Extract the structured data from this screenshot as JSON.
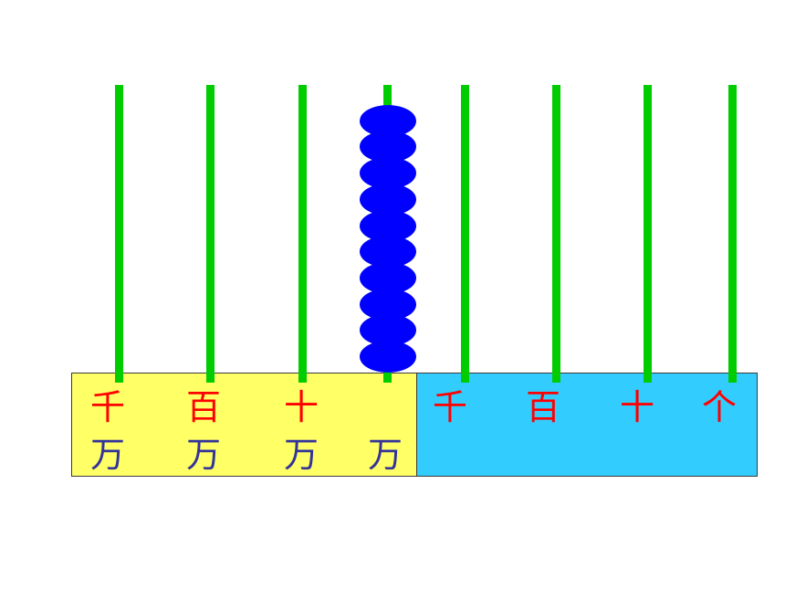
{
  "colors": {
    "background": "#ffffff",
    "left_panel": "#ffff66",
    "right_panel": "#33ccff",
    "rod": "#00cc00",
    "bead": "#0000ff",
    "upper_label": "#ff0000",
    "lower_label": "#333399"
  },
  "rods": [
    {
      "upper": "千",
      "lower": "万",
      "beads": 0
    },
    {
      "upper": "百",
      "lower": "万",
      "beads": 0
    },
    {
      "upper": "十",
      "lower": "万",
      "beads": 0
    },
    {
      "upper": "",
      "lower": "万",
      "beads": 10
    },
    {
      "upper": "千",
      "lower": "",
      "beads": 0
    },
    {
      "upper": "百",
      "lower": "",
      "beads": 0
    },
    {
      "upper": "十",
      "lower": "",
      "beads": 0
    },
    {
      "upper": "个",
      "lower": "",
      "beads": 0
    }
  ]
}
